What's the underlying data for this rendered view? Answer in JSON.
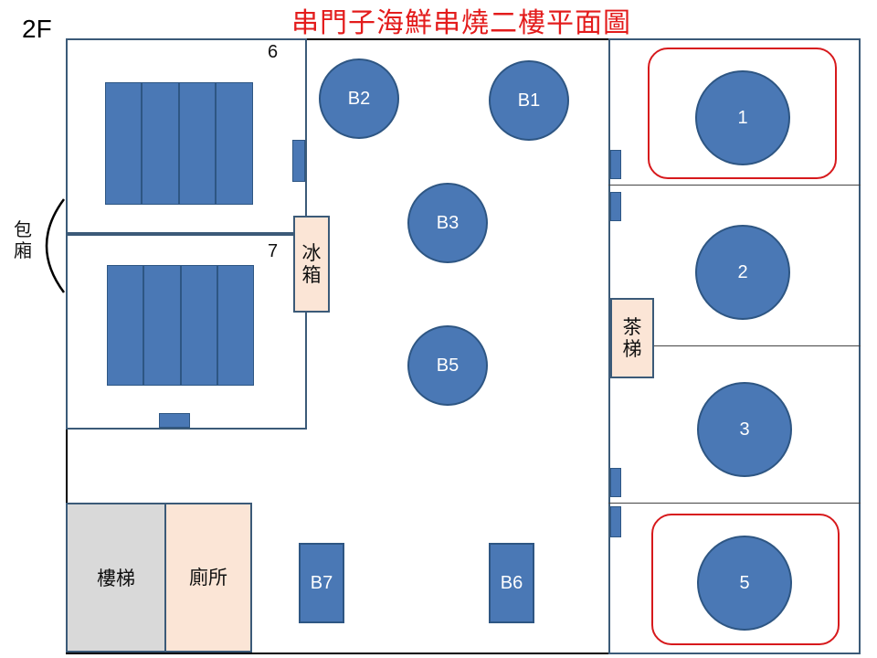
{
  "title": "串門子海鮮串燒二樓平面圖",
  "floor_label": "2F",
  "private_room_label": "包廂",
  "private_rooms": [
    {
      "number": "6"
    },
    {
      "number": "7"
    }
  ],
  "fridge_label": "冰箱",
  "tea_station_label": "茶梯",
  "stairs_label": "樓梯",
  "toilet_label": "廁所",
  "center_round_tables": [
    "B1",
    "B2",
    "B3",
    "B5"
  ],
  "center_rect_tables": [
    "B6",
    "B7"
  ],
  "right_round_tables": [
    "1",
    "2",
    "3",
    "5"
  ],
  "highlighted_tables": [
    "1",
    "5"
  ],
  "colors": {
    "title": "#e31c1c",
    "table_fill": "#4a78b5",
    "highlight_border": "#d7191c",
    "fixture_fill": "#fbe5d6",
    "stairs_fill": "#d9d9d9"
  }
}
